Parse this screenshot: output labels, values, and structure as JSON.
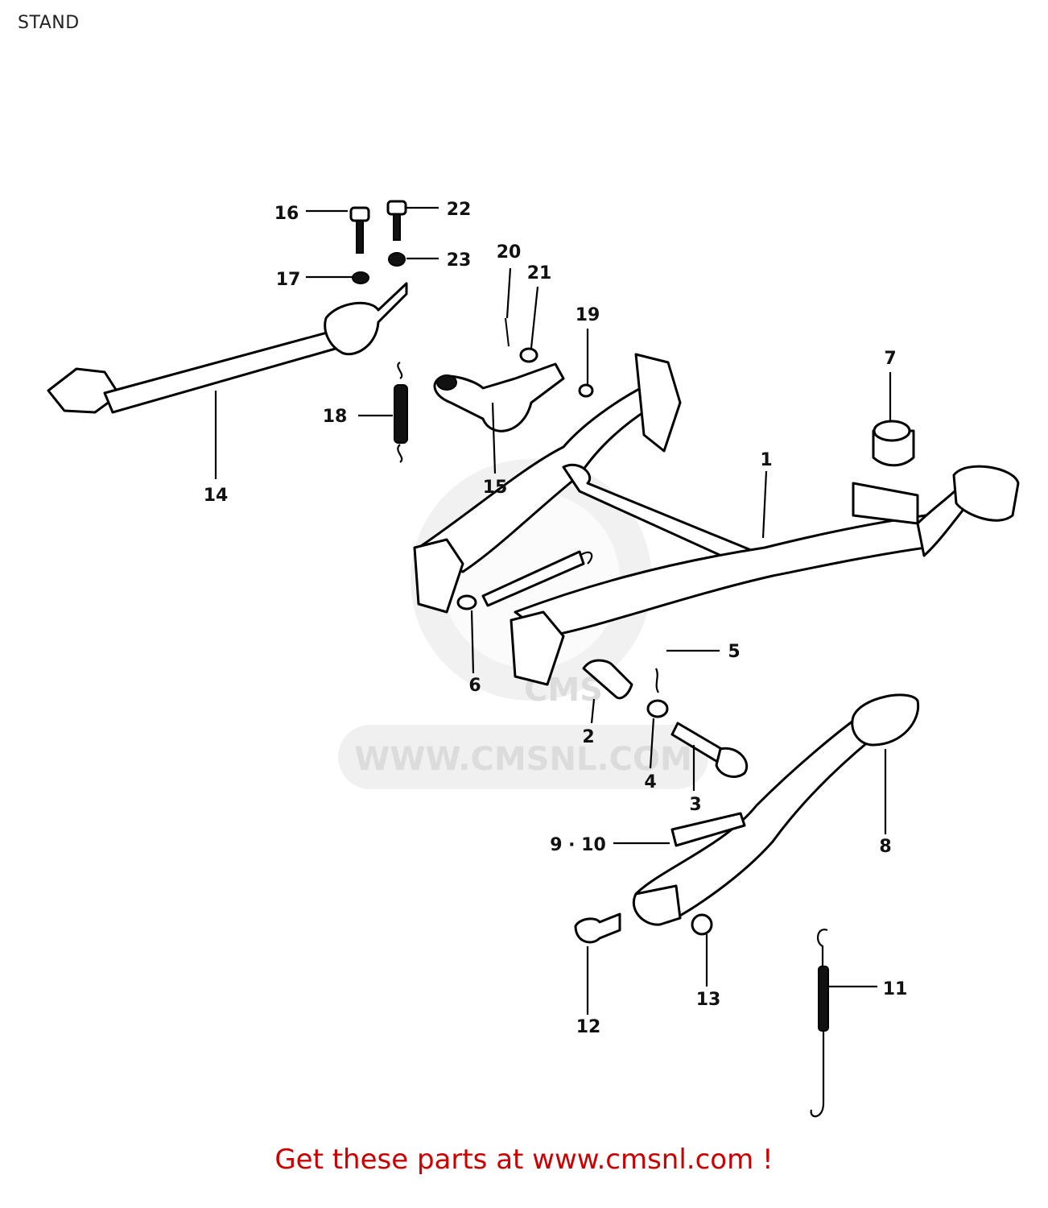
{
  "header": {
    "title": "STAND"
  },
  "watermark": {
    "text": "WWW.CMSNL.COM",
    "logo_text": "CMS"
  },
  "callouts": [
    {
      "id": "c1",
      "label": "1"
    },
    {
      "id": "c2",
      "label": "2"
    },
    {
      "id": "c3",
      "label": "3"
    },
    {
      "id": "c4",
      "label": "4"
    },
    {
      "id": "c5",
      "label": "5"
    },
    {
      "id": "c6",
      "label": "6"
    },
    {
      "id": "c7",
      "label": "7"
    },
    {
      "id": "c8",
      "label": "8"
    },
    {
      "id": "c9",
      "label": "9 · 10"
    },
    {
      "id": "c11",
      "label": "11"
    },
    {
      "id": "c12",
      "label": "12"
    },
    {
      "id": "c13",
      "label": "13"
    },
    {
      "id": "c14",
      "label": "14"
    },
    {
      "id": "c15",
      "label": "15"
    },
    {
      "id": "c16",
      "label": "16"
    },
    {
      "id": "c17",
      "label": "17"
    },
    {
      "id": "c18",
      "label": "18"
    },
    {
      "id": "c19",
      "label": "19"
    },
    {
      "id": "c20",
      "label": "20"
    },
    {
      "id": "c21",
      "label": "21"
    },
    {
      "id": "c22",
      "label": "22"
    },
    {
      "id": "c23",
      "label": "23"
    }
  ],
  "footer": {
    "link_text": "Get these parts at www.cmsnl.com !"
  },
  "colors": {
    "link": "#cc0000",
    "line": "#000000",
    "watermark": "#e6e6e6"
  }
}
